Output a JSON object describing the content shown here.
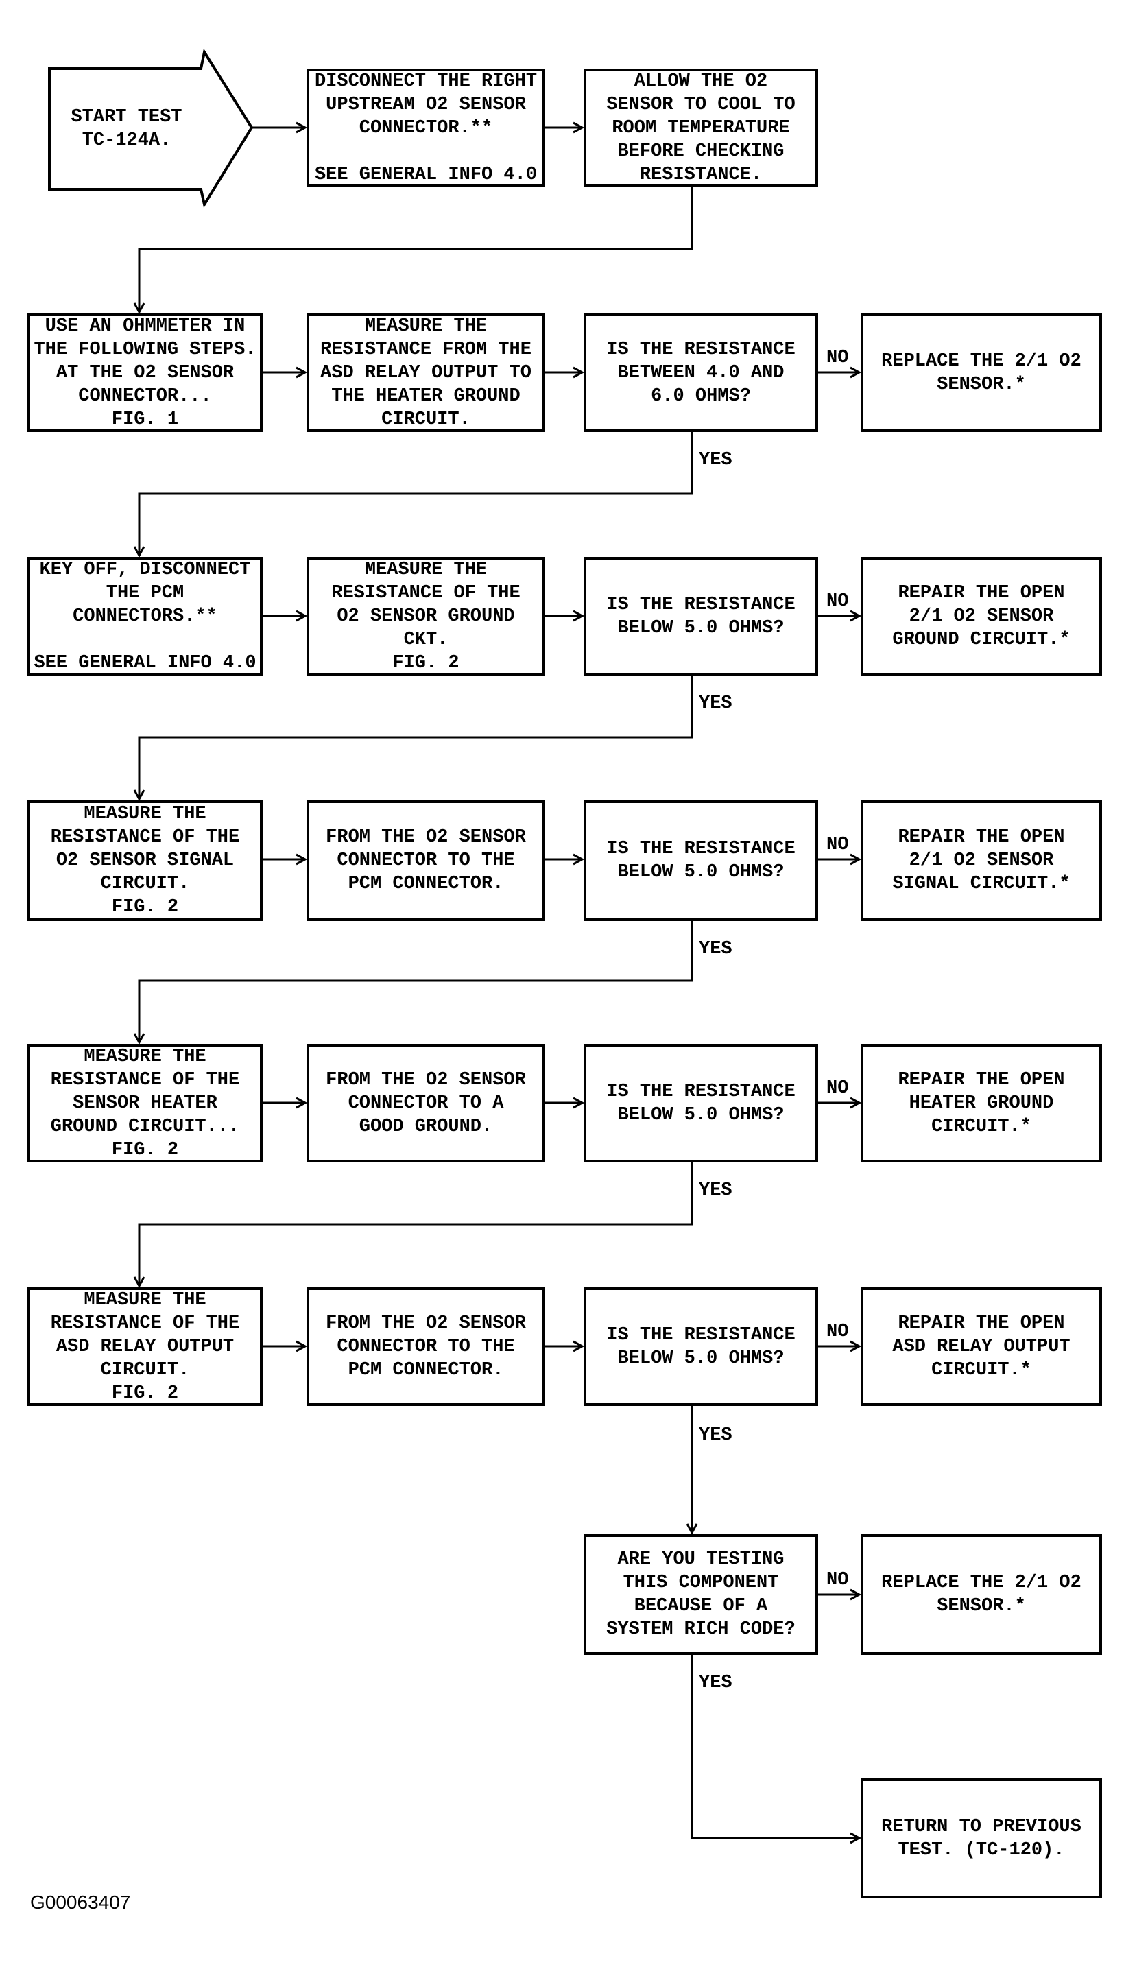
{
  "figure_id": "G00063407",
  "edge_labels": {
    "yes": "YES",
    "no": "NO"
  },
  "colors": {
    "ink": "#000000",
    "paper": "#ffffff"
  },
  "nodes": {
    "start": "START TEST\nTC-124A.",
    "disconnect_o2_connector": "DISCONNECT THE RIGHT\nUPSTREAM O2 SENSOR\nCONNECTOR.**\n\nSEE GENERAL INFO 4.0",
    "allow_sensor_cool": "ALLOW THE O2\nSENSOR TO COOL TO\nROOM TEMPERATURE\nBEFORE CHECKING\nRESISTANCE.",
    "use_ohmmeter": "USE AN OHMMETER IN\nTHE FOLLOWING STEPS.\nAT THE O2 SENSOR\nCONNECTOR...\nFIG. 1",
    "measure_asd_to_heater_ground": "MEASURE THE\nRESISTANCE FROM THE\nASD RELAY OUTPUT TO\nTHE HEATER GROUND\nCIRCUIT.",
    "q_resistance_4_to_6": "IS THE RESISTANCE\nBETWEEN 4.0 AND\n6.0 OHMS?",
    "replace_sensor_1": "REPLACE THE 2/1 O2\nSENSOR.*",
    "key_off_disconnect_pcm": "KEY OFF, DISCONNECT\nTHE PCM\nCONNECTORS.**\n\nSEE GENERAL INFO 4.0",
    "measure_ground_ckt": "MEASURE THE\nRESISTANCE OF THE\nO2 SENSOR GROUND\nCKT.\nFIG. 2",
    "q_below_5_1": "IS THE RESISTANCE\nBELOW 5.0 OHMS?",
    "repair_ground_circuit": "REPAIR THE OPEN\n2/1 O2 SENSOR\nGROUND CIRCUIT.*",
    "measure_signal_circuit": "MEASURE THE\nRESISTANCE OF THE\nO2 SENSOR SIGNAL\nCIRCUIT.\nFIG. 2",
    "connector_to_pcm_1": "FROM THE O2 SENSOR\nCONNECTOR TO THE\nPCM CONNECTOR.",
    "q_below_5_2": "IS THE RESISTANCE\nBELOW 5.0 OHMS?",
    "repair_signal_circuit": "REPAIR THE OPEN\n2/1 O2 SENSOR\nSIGNAL CIRCUIT.*",
    "measure_heater_ground": "MEASURE THE\nRESISTANCE OF THE\nSENSOR HEATER\nGROUND CIRCUIT...\nFIG. 2",
    "connector_to_good_ground": "FROM THE O2 SENSOR\nCONNECTOR TO A\nGOOD GROUND.",
    "q_below_5_3": "IS THE RESISTANCE\nBELOW 5.0 OHMS?",
    "repair_heater_ground": "REPAIR THE OPEN\nHEATER GROUND\nCIRCUIT.*",
    "measure_asd_relay_output": "MEASURE THE\nRESISTANCE OF THE\nASD RELAY OUTPUT\nCIRCUIT.\nFIG. 2",
    "connector_to_pcm_2": "FROM THE O2 SENSOR\nCONNECTOR TO THE\nPCM CONNECTOR.",
    "q_below_5_4": "IS THE RESISTANCE\nBELOW 5.0 OHMS?",
    "repair_asd_relay_output": "REPAIR THE OPEN\nASD RELAY OUTPUT\nCIRCUIT.*",
    "q_system_rich_code": "ARE YOU TESTING\nTHIS COMPONENT\nBECAUSE OF A\nSYSTEM RICH CODE?",
    "replace_sensor_2": "REPLACE THE 2/1 O2\nSENSOR.*",
    "return_previous_test": "RETURN TO PREVIOUS\nTEST. (TC-120)."
  }
}
